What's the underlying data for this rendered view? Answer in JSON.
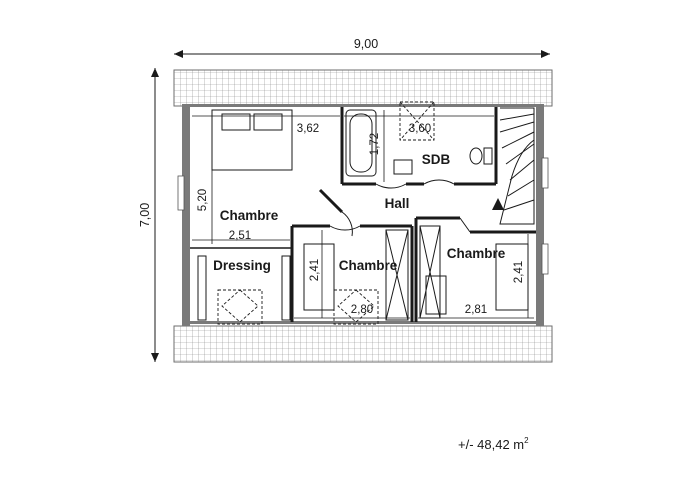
{
  "plan": {
    "overall_width": "9,00",
    "overall_depth": "7,00",
    "rooms": {
      "chambre_1": "Chambre",
      "sdb": "SDB",
      "hall": "Hall",
      "dressing": "Dressing",
      "chambre_2": "Chambre",
      "chambre_3": "Chambre"
    },
    "dimensions": {
      "chambre_1_width": "3,62",
      "chambre_1_depth": "5,20",
      "sdb_width": "3,60",
      "sdb_depth": "1,72",
      "dressing_width": "2,51",
      "chambre_2_depth": "2,41",
      "chambre_2_width": "2,80",
      "chambre_3_width": "2,81",
      "chambre_3_depth": "2,41"
    }
  },
  "area": {
    "prefix": "+/- 48,42 m",
    "unit_exponent": "2"
  }
}
